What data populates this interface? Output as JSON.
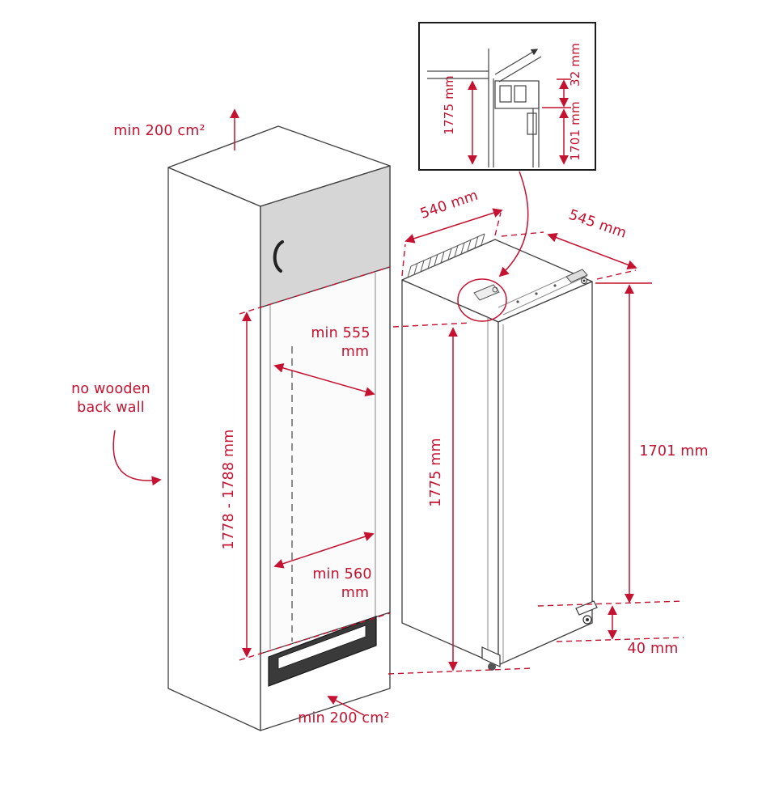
{
  "colors": {
    "accent": "#c41230",
    "drawing_line": "#3f3f3f"
  },
  "cabinet": {
    "top_vent_label": "min 200 cm²",
    "back_wall_note_line1": "no wooden",
    "back_wall_note_line2": "back wall",
    "niche_height_label": "1778 - 1788 mm",
    "niche_depth_top_label": "min 555",
    "niche_depth_top_unit": "mm",
    "niche_depth_bottom_label": "min 560",
    "niche_depth_bottom_unit": "mm",
    "bottom_vent_label": "min 200 cm²"
  },
  "appliance": {
    "width_label": "540 mm",
    "depth_label": "545 mm",
    "height_label": "1775 mm",
    "door_height_label": "1701 mm",
    "plinth_clearance_label": "40 mm"
  },
  "inset": {
    "height_label": "1775 mm",
    "top_gap_label": "32 mm",
    "door_height_label": "1701 mm"
  }
}
